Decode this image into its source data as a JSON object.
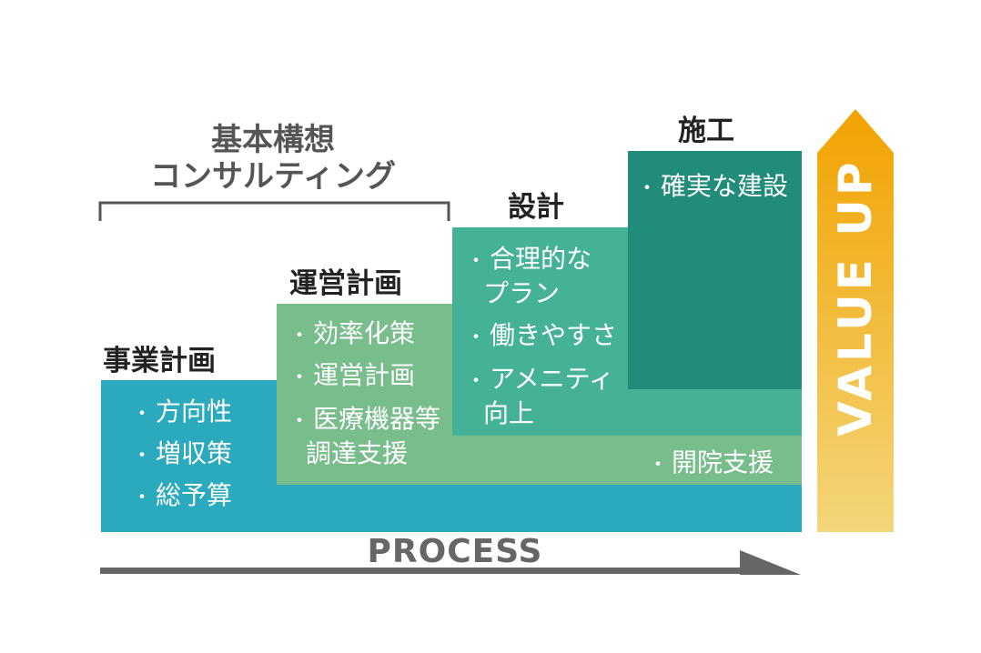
{
  "header": {
    "title_line1": "基本構想",
    "title_line2": "コンサルティング"
  },
  "stages": [
    {
      "label": "事業計画",
      "items": [
        "方向性",
        "増収策",
        "総予算"
      ]
    },
    {
      "label": "運営計画",
      "items": [
        "効率化策",
        "運営計画",
        "医療機器等",
        "調達支援"
      ]
    },
    {
      "label": "設計",
      "items": [
        "合理的な",
        "プラン",
        "働きやすさ",
        "アメニティ",
        "向上"
      ]
    },
    {
      "label": "施工",
      "items": [
        "確実な建設"
      ]
    }
  ],
  "extra_item": "開院支援",
  "bullet": "・",
  "process_label": "PROCESS",
  "value_label": "VALUE UP",
  "colors": {
    "stage1": "#2ba9bd",
    "stage2": "#79bd8c",
    "stage3": "#45b297",
    "stage4": "#218c7a",
    "arrow_gray": "#666666",
    "value_top": "#f2a200",
    "value_bottom": "#f3d67a"
  }
}
